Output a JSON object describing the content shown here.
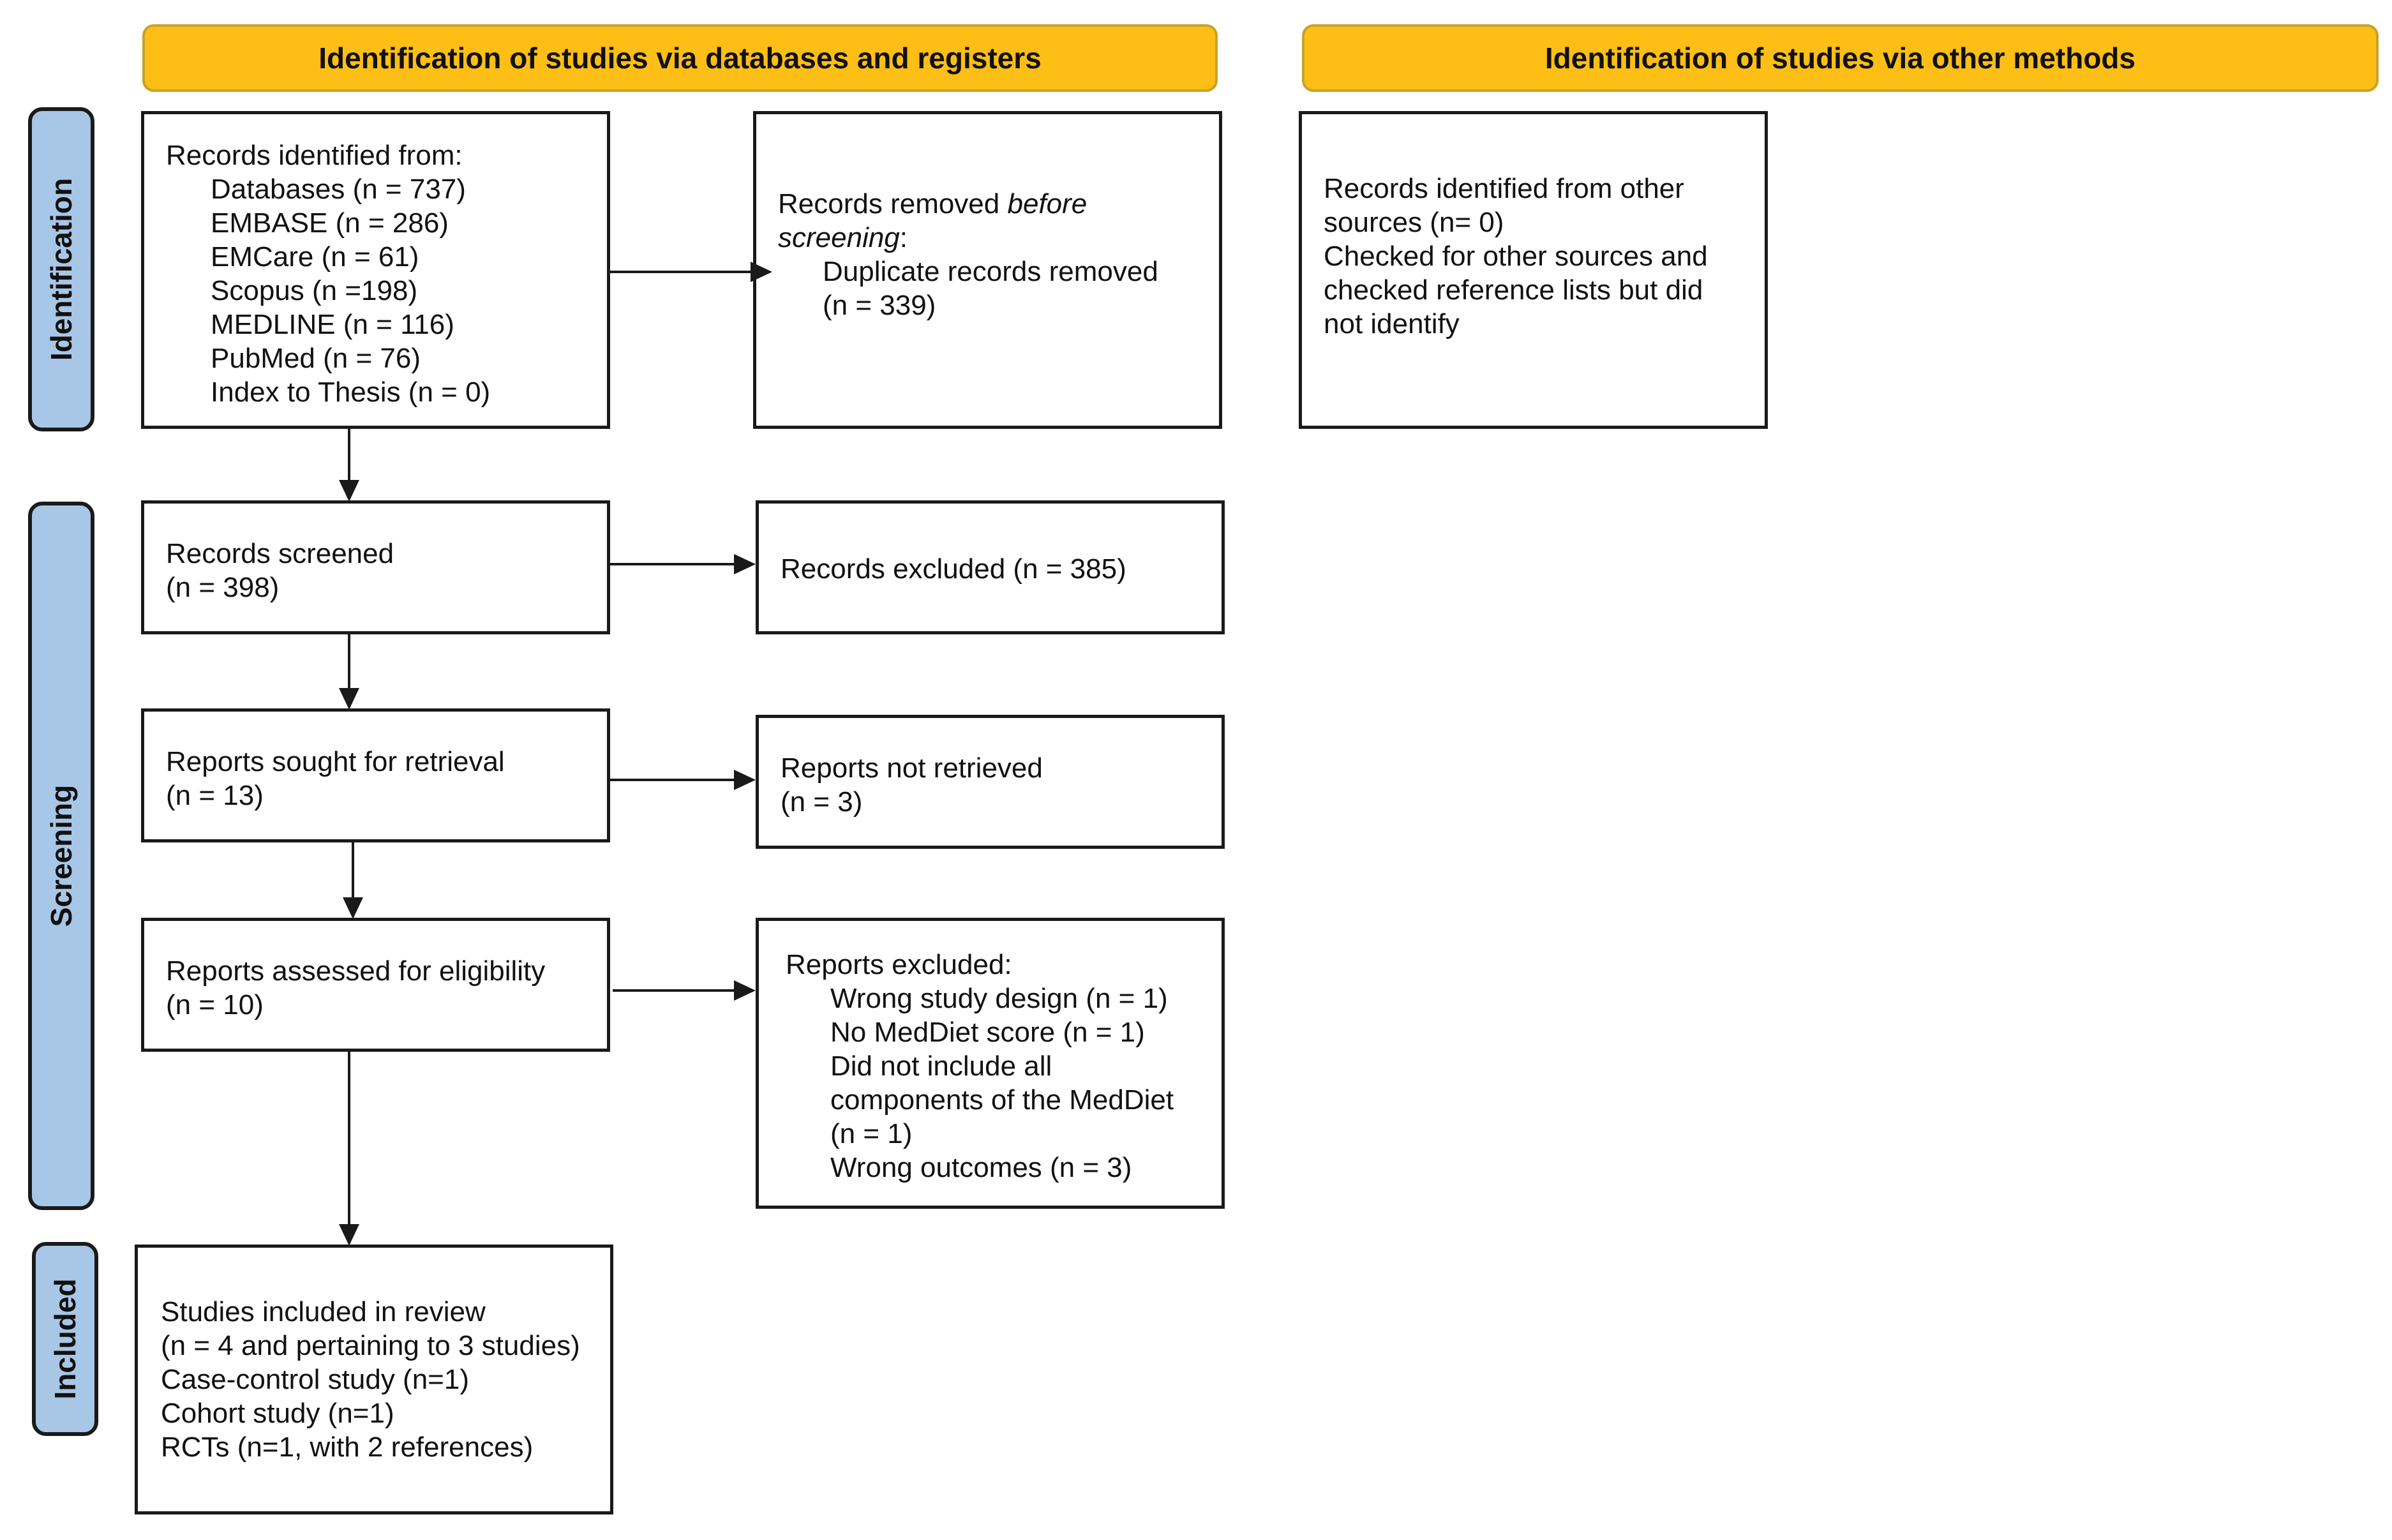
{
  "headers": {
    "databases": "Identification of studies via databases and registers",
    "other_methods": "Identification of studies via other methods"
  },
  "phases": {
    "identification": "Identification",
    "screening": "Screening",
    "included": "Included"
  },
  "records_identified": {
    "title": "Records identified from:",
    "sources": [
      "Databases (n = 737)",
      "EMBASE (n = 286)",
      "EMCare (n = 61)",
      "Scopus (n =198)",
      "MEDLINE (n = 116)",
      "PubMed (n = 76)",
      "Index to Thesis (n = 0)"
    ]
  },
  "records_removed": {
    "prefix": "Records removed ",
    "emphasis_1": "before",
    "emphasis_2": "screening",
    "suffix": ":",
    "item": "Duplicate records removed",
    "count": "(n = 339)"
  },
  "other_sources": {
    "lines": [
      "Records identified from other",
      "sources (n= 0)",
      "Checked for other sources and",
      "checked reference lists but did",
      "not identify"
    ]
  },
  "records_screened": {
    "label": "Records screened",
    "count": "(n = 398)"
  },
  "records_excluded": {
    "label": "Records excluded (n = 385)"
  },
  "reports_sought": {
    "label": "Reports sought for retrieval",
    "count": "(n = 13)"
  },
  "reports_not_retrieved": {
    "label": "Reports not retrieved",
    "count": "(n = 3)"
  },
  "reports_assessed": {
    "label": "Reports assessed for eligibility",
    "count": "(n = 10)"
  },
  "reports_excluded": {
    "title": "Reports excluded:",
    "items": [
      "Wrong study design (n = 1)",
      "No MedDiet score (n = 1)",
      "Did not include all",
      "components of the MedDiet",
      "(n = 1)",
      "Wrong outcomes (n = 3)"
    ]
  },
  "studies_included": {
    "lines": [
      "Studies included in review",
      "(n = 4 and pertaining to 3 studies)",
      "Case-control study (n=1)",
      "Cohort study (n=1)",
      "RCTs (n=1, with 2 references)"
    ]
  },
  "colors": {
    "header_fill": "#FDBE16",
    "header_border": "#C9A227",
    "phase_fill": "#A8C6E5",
    "box_border": "#1a1a1a",
    "arrow": "#1a1a1a"
  }
}
